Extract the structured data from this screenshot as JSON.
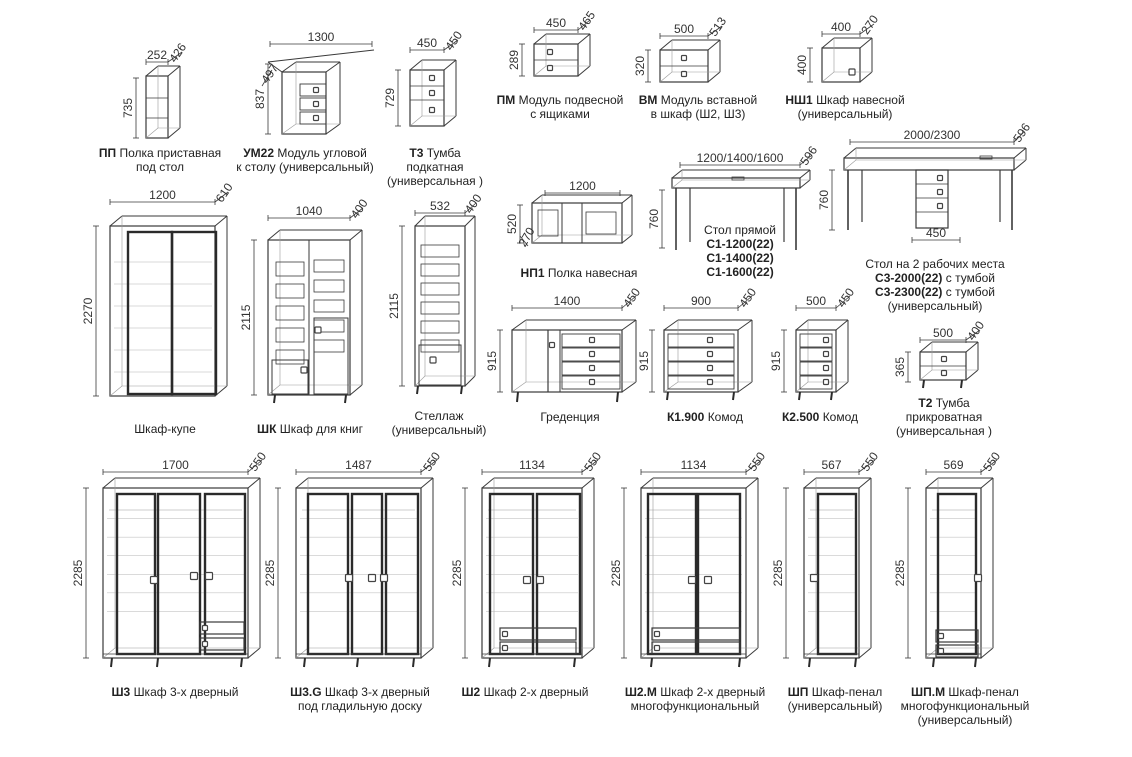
{
  "colors": {
    "line": "#3a3a3a",
    "thin": "#9a9a9a",
    "dark": "#2a2a2a",
    "handle": "#444444",
    "paper": "#ffffff"
  },
  "items": [
    {
      "id": "pp",
      "code": "ПП",
      "lines": [
        "Полка приставная",
        "под стол"
      ],
      "dims": {
        "w": "252",
        "d": "426",
        "h": "735"
      }
    },
    {
      "id": "um22",
      "code": "УМ22",
      "lines": [
        "Модуль угловой",
        "к столу (универсальный)"
      ],
      "dims": {
        "w": "1300",
        "d": "497",
        "h": "837"
      }
    },
    {
      "id": "t3",
      "code": "Т3",
      "lines": [
        "Тумба",
        "подкатная",
        "(универсальная )"
      ],
      "dims": {
        "w": "450",
        "d": "450",
        "h": "729"
      }
    },
    {
      "id": "pm",
      "code": "ПМ",
      "lines": [
        "Модуль подвесной",
        "с ящиками"
      ],
      "dims": {
        "w": "450",
        "d": "465",
        "h": "289"
      }
    },
    {
      "id": "vm",
      "code": "ВМ",
      "lines": [
        "Модуль вставной",
        "в шкаф (Ш2, Ш3)"
      ],
      "dims": {
        "w": "500",
        "d": "513",
        "h": "320"
      }
    },
    {
      "id": "nsh1",
      "code": "НШ1",
      "lines": [
        "Шкаф навесной",
        "(универсальный)"
      ],
      "dims": {
        "w": "400",
        "d": "270",
        "h": "400"
      }
    },
    {
      "id": "kupe",
      "code": "",
      "lines": [
        "Шкаф-купе"
      ],
      "dims": {
        "w": "1200",
        "d": "610",
        "h": "2270"
      }
    },
    {
      "id": "shk",
      "code": "ШК",
      "lines": [
        "Шкаф для книг"
      ],
      "dims": {
        "w": "1040",
        "d": "400",
        "h": "2115"
      }
    },
    {
      "id": "stellazh",
      "code": "",
      "lines": [
        "Стеллаж",
        "(универсальный)"
      ],
      "dims": {
        "w": "532",
        "d": "400",
        "h": "2115"
      }
    },
    {
      "id": "np1",
      "code": "НП1",
      "lines": [
        "Полка навесная"
      ],
      "dims": {
        "w": "1200",
        "d": "270",
        "h": "520"
      }
    },
    {
      "id": "stol",
      "title": "Стол прямой",
      "codes": [
        "С1-1200(22)",
        "С1-1400(22)",
        "С1-1600(22)"
      ],
      "dims": {
        "w": "1200/1400/1600",
        "d": "596",
        "h": "760"
      }
    },
    {
      "id": "stol2",
      "lines": [
        "Стол на 2 рабочих места"
      ],
      "rows": [
        {
          "code": "С3-2000(22)",
          "text": "с тумбой"
        },
        {
          "code": "С3-2300(22)",
          "text": "с тумбой"
        }
      ],
      "tail": "(универсальный)",
      "dims": {
        "w": "2000/2300",
        "d": "596",
        "h": "760",
        "ped": "450"
      }
    },
    {
      "id": "gredenciya",
      "code": "",
      "lines": [
        "Греденция"
      ],
      "dims": {
        "w": "1400",
        "d": "450",
        "h": "915"
      }
    },
    {
      "id": "k1900",
      "code": "К1.900",
      "lines": [
        "Комод"
      ],
      "dims": {
        "w": "900",
        "d": "450",
        "h": "915"
      }
    },
    {
      "id": "k2500",
      "code": "К2.500",
      "lines": [
        "Комод"
      ],
      "dims": {
        "w": "500",
        "d": "450",
        "h": "915"
      }
    },
    {
      "id": "t2",
      "code": "Т2",
      "lines": [
        "Тумба",
        "прикроватная",
        "(универсальная )"
      ],
      "dims": {
        "w": "500",
        "d": "400",
        "h": "365"
      }
    },
    {
      "id": "sh3",
      "code": "Ш3",
      "lines": [
        "Шкаф 3-х дверный"
      ],
      "dims": {
        "w": "1700",
        "d": "550",
        "h": "2285"
      }
    },
    {
      "id": "sh3g",
      "code": "Ш3.G",
      "lines": [
        "Шкаф 3-х дверный",
        "под гладильную доску"
      ],
      "dims": {
        "w": "1487",
        "d": "550",
        "h": "2285"
      }
    },
    {
      "id": "sh2",
      "code": "Ш2",
      "lines": [
        "Шкаф 2-х дверный"
      ],
      "dims": {
        "w": "1134",
        "d": "550",
        "h": "2285"
      }
    },
    {
      "id": "sh2m",
      "code": "Ш2.М",
      "lines": [
        "Шкаф 2-х дверный",
        "многофункциональный"
      ],
      "dims": {
        "w": "1134",
        "d": "550",
        "h": "2285"
      }
    },
    {
      "id": "shp",
      "code": "ШП",
      "lines": [
        "Шкаф-пенал",
        "(универсальный)"
      ],
      "dims": {
        "w": "567",
        "d": "550",
        "h": "2285"
      }
    },
    {
      "id": "shpm",
      "code": "ШП.М",
      "lines": [
        "Шкаф-пенал",
        "многофункциональный",
        "(универсальный)"
      ],
      "dims": {
        "w": "569",
        "d": "550",
        "h": "2285"
      }
    }
  ]
}
